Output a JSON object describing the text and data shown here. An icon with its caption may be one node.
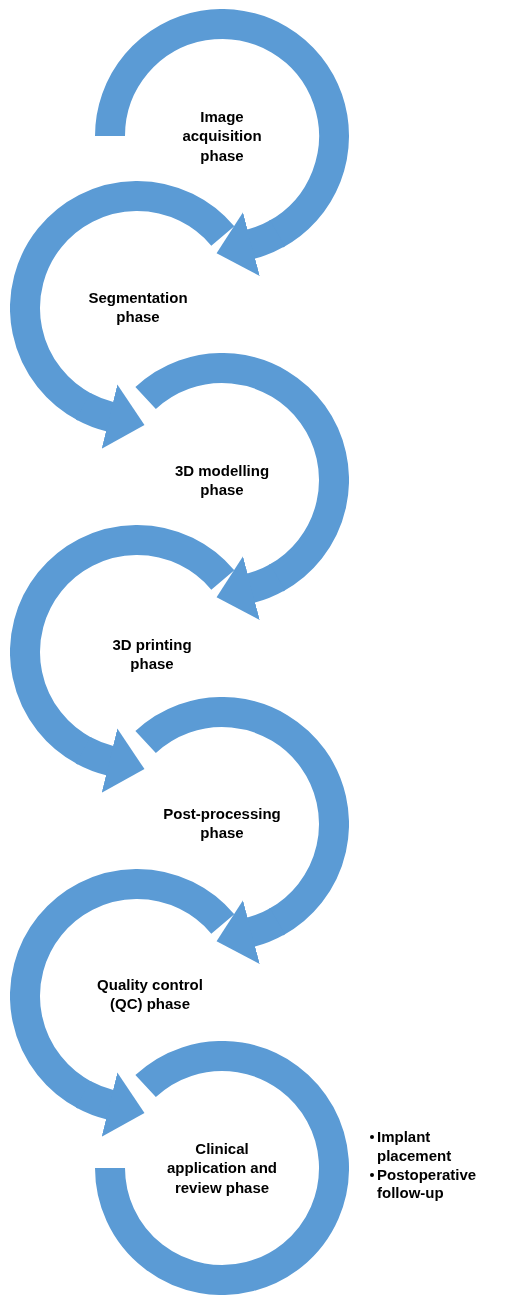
{
  "diagram": {
    "nodes": [
      {
        "text": [
          "Image acquisition phase"
        ]
      },
      {
        "text": [
          "Segmentation phase"
        ]
      },
      {
        "text": [
          "3D modelling phase"
        ]
      },
      {
        "text": [
          "3D printing phase"
        ]
      },
      {
        "text": [
          "Post-processing phase"
        ]
      },
      {
        "text": [
          "Quality control (QC) phase"
        ]
      },
      {
        "text": [
          "Clinical application and review phase"
        ],
        "beside": [
          "Implant placement",
          "Postoperative follow-up"
        ]
      }
    ],
    "edges": [
      {
        "from": 0,
        "to": 1,
        "arrow": "to"
      },
      {
        "from": 1,
        "to": 2,
        "arrow": "to"
      },
      {
        "from": 2,
        "to": 3,
        "arrow": "to"
      },
      {
        "from": 3,
        "to": 4,
        "arrow": "to"
      },
      {
        "from": 4,
        "to": 5,
        "arrow": "to"
      },
      {
        "from": 5,
        "to": 6,
        "arrow": "to"
      }
    ]
  }
}
